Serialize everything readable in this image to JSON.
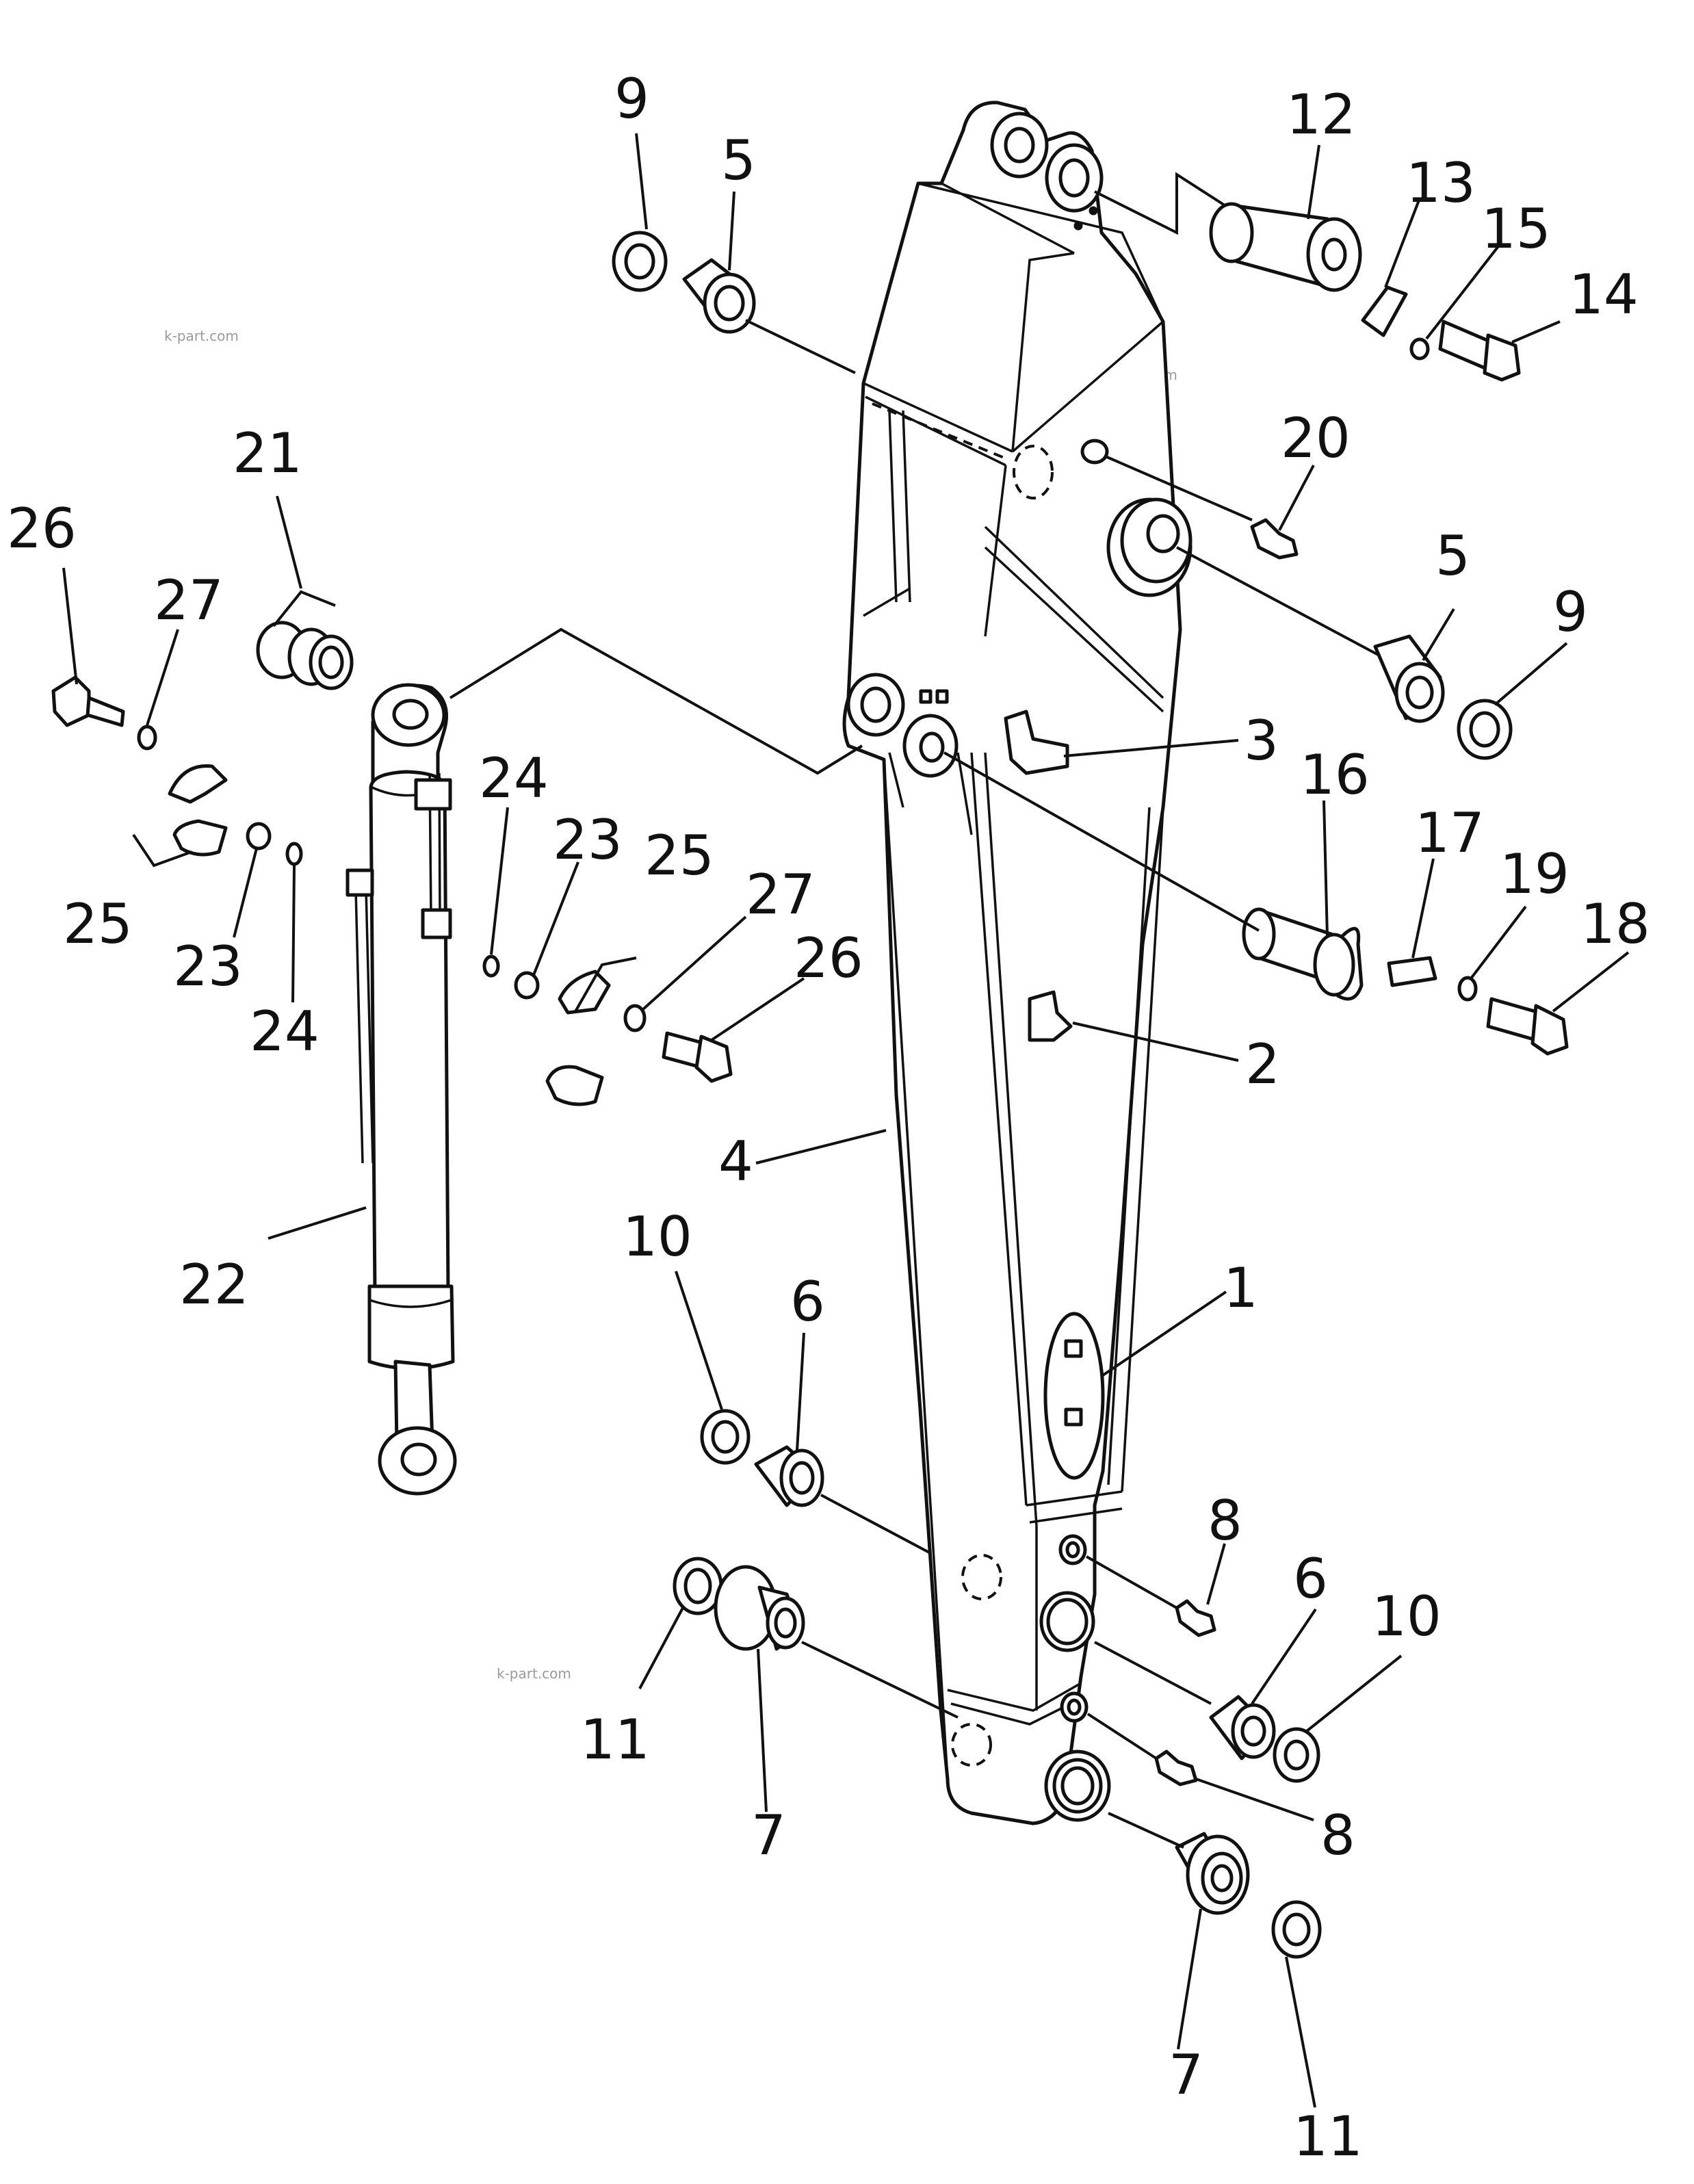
{
  "watermark": "k-part.com",
  "callouts": {
    "c1": "1",
    "c2": "2",
    "c3": "3",
    "c4": "4",
    "c5": "5",
    "c6": "6",
    "c7": "7",
    "c8": "8",
    "c9": "9",
    "c10": "10",
    "c11": "11",
    "c12": "12",
    "c13": "13",
    "c14": "14",
    "c15": "15",
    "c16": "16",
    "c17": "17",
    "c18": "18",
    "c19": "19",
    "c20": "20",
    "c21": "21",
    "c22": "22",
    "c23": "23",
    "c24": "24",
    "c25": "25",
    "c26": "26",
    "c27": "27"
  }
}
